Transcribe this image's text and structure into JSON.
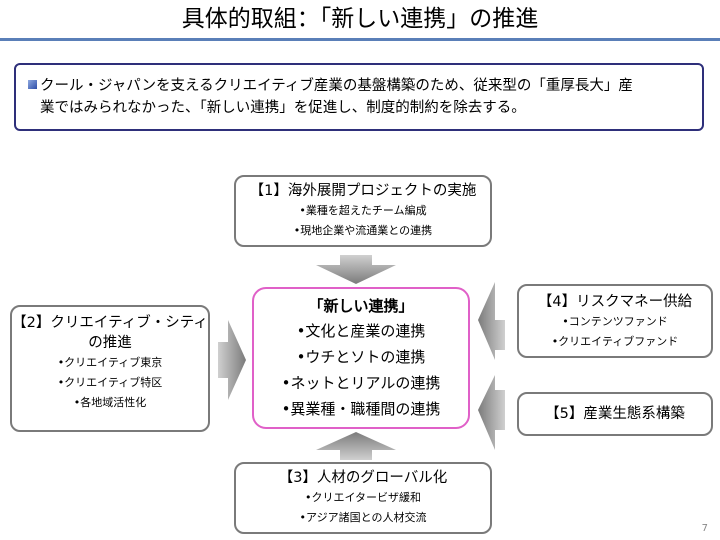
{
  "title": "具体的取組：「新しい連携」の推進",
  "summary": {
    "line1": "クール・ジャパンを支えるクリエイティブ産業の基盤構築のため、従来型の「重厚長大」産",
    "line2": "業ではみられなかった、「新しい連携」を促進し、制度的制約を除去する。"
  },
  "center": {
    "title": "「新しい連携」",
    "items": [
      "•文化と産業の連携",
      "•ウチとソトの連携",
      "•ネットとリアルの連携",
      "•異業種・職種間の連携"
    ]
  },
  "box1": {
    "title": "【1】海外展開プロジェクトの実施",
    "items": [
      "•業種を超えたチーム編成",
      "•現地企業や流通業との連携"
    ]
  },
  "box2": {
    "title_line1": "【2】クリエイティブ・シティ",
    "title_line2": "の推進",
    "items": [
      "•クリエイティブ東京",
      "•クリエイティブ特区",
      "•各地域活性化"
    ]
  },
  "box3": {
    "title": "【3】人材のグローバル化",
    "items": [
      "•クリエイタービザ緩和",
      "•アジア諸国との人材交流"
    ]
  },
  "box4": {
    "title": "【4】リスクマネー供給",
    "items": [
      "•コンテンツファンド",
      "•クリエイティブファンド"
    ]
  },
  "box5": {
    "title": "【5】産業生態系構築"
  },
  "page_number": "7",
  "colors": {
    "rule": "#5a7fb8",
    "summary_border": "#2e2f7a",
    "center_border": "#e060c8",
    "box_border": "#7a7a7a",
    "arrow_dark": "#7b7b7b",
    "arrow_light": "#d0d0d0"
  }
}
